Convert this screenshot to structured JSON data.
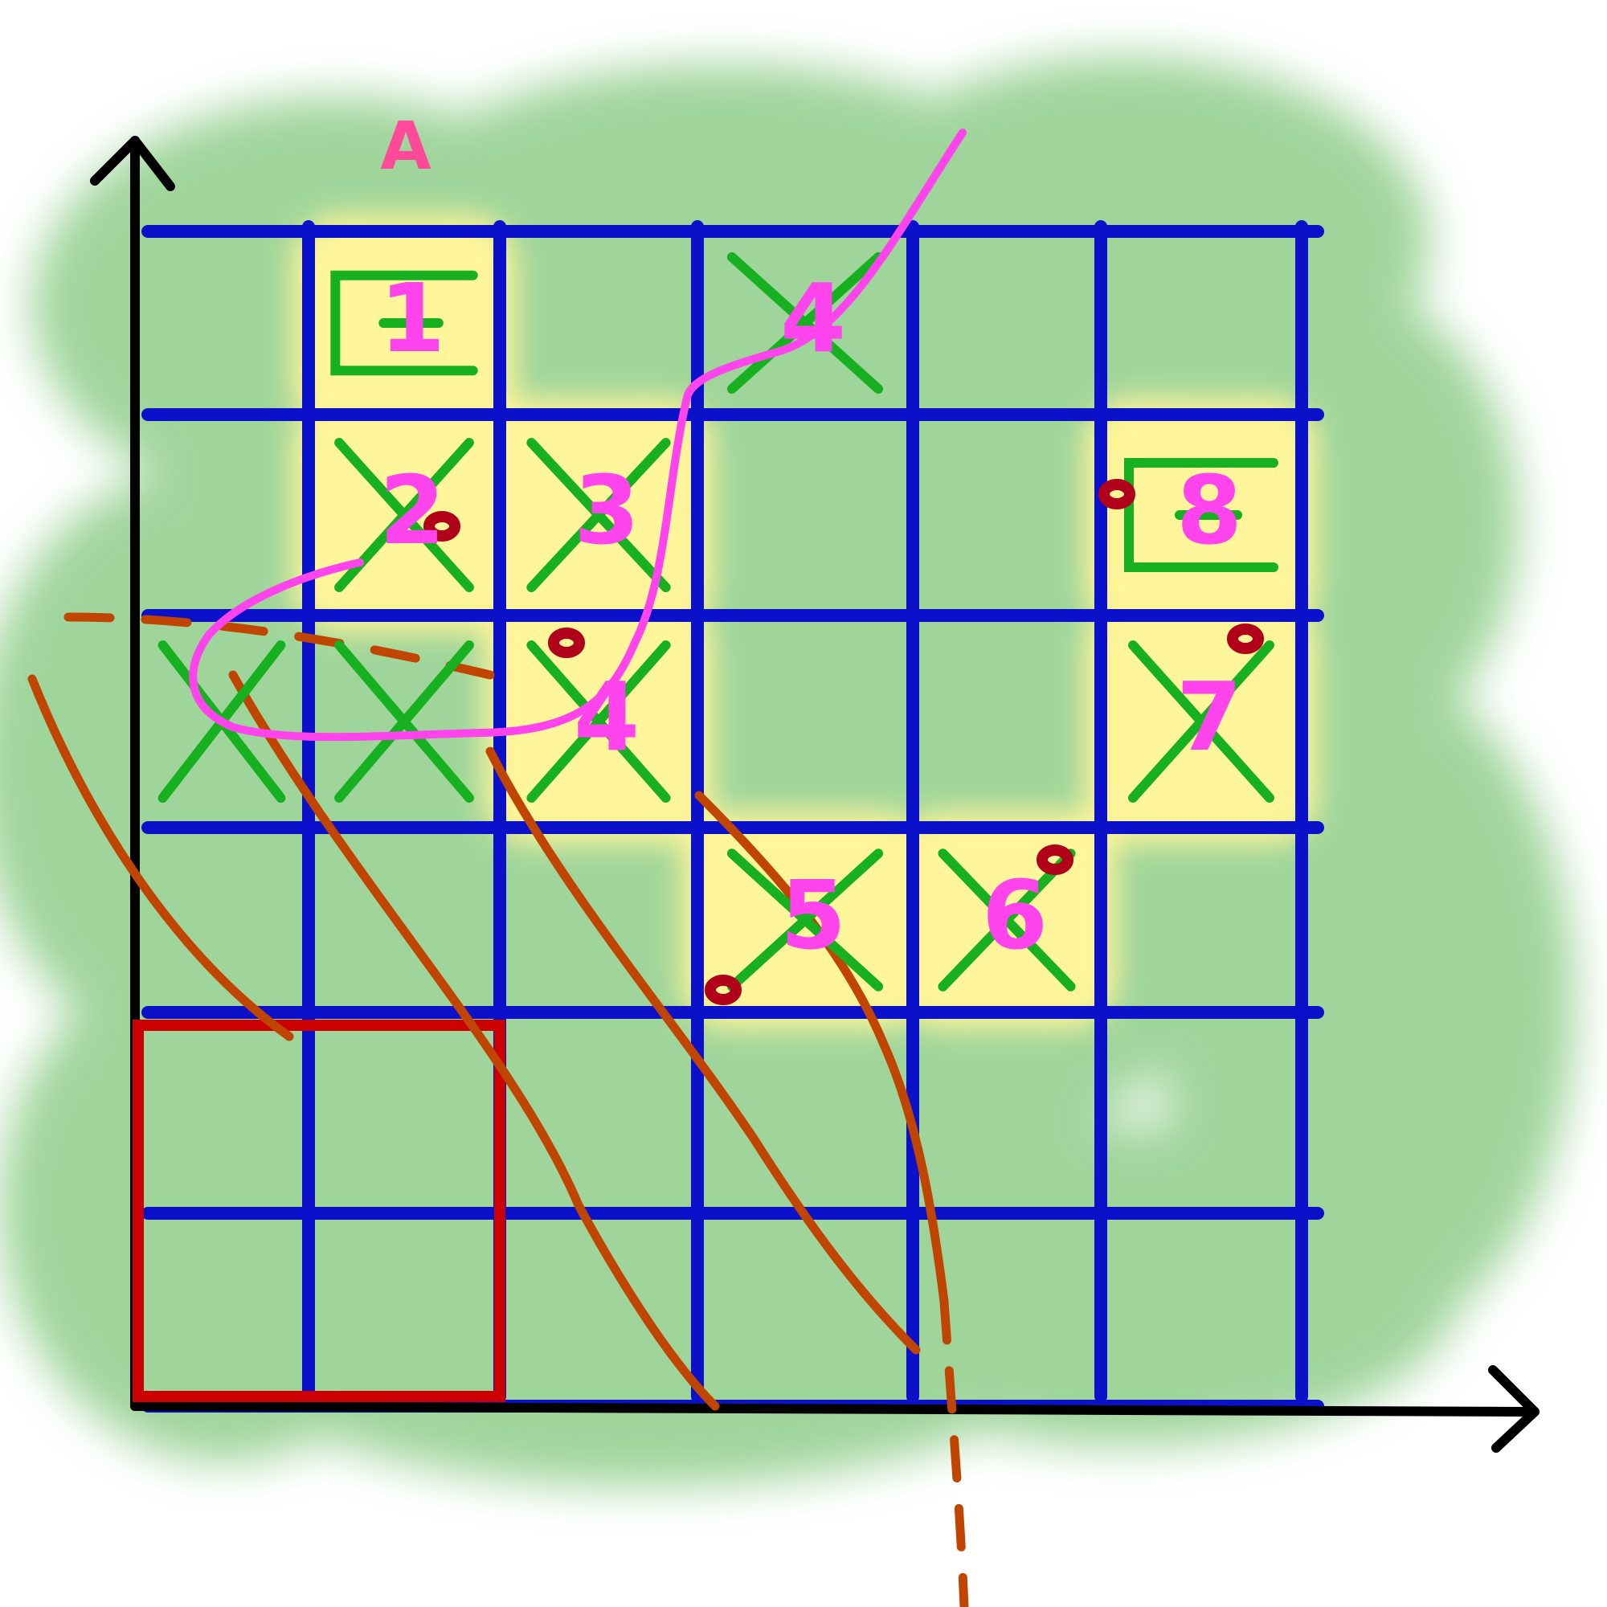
{
  "corner_label": "A",
  "grid": {
    "columns": 6,
    "rows": 6
  },
  "numbers": [
    {
      "text": "1",
      "col": 1,
      "row": 0
    },
    {
      "text": "2",
      "col": 1,
      "row": 1
    },
    {
      "text": "3",
      "col": 2,
      "row": 1
    },
    {
      "text": "4",
      "col": 3,
      "row": 0
    },
    {
      "text": "4",
      "col": 2,
      "row": 2
    },
    {
      "text": "5",
      "col": 3,
      "row": 3
    },
    {
      "text": "6",
      "col": 4,
      "row": 3
    },
    {
      "text": "7",
      "col": 5,
      "row": 2
    },
    {
      "text": "8",
      "col": 5,
      "row": 1
    }
  ],
  "highlighted_cells": [
    [
      1,
      0
    ],
    [
      1,
      1
    ],
    [
      2,
      1
    ],
    [
      2,
      2
    ],
    [
      3,
      3
    ],
    [
      4,
      3
    ],
    [
      5,
      1
    ],
    [
      5,
      2
    ]
  ],
  "crossed_cells": [
    [
      3,
      0
    ],
    [
      1,
      1
    ],
    [
      2,
      1
    ],
    [
      0,
      2
    ],
    [
      1,
      2
    ],
    [
      2,
      2
    ],
    [
      3,
      3
    ],
    [
      4,
      3
    ],
    [
      5,
      2
    ]
  ],
  "boxed_cells": [
    [
      1,
      0
    ],
    [
      5,
      1
    ]
  ],
  "colors": {
    "background_cloud": "#8fce8a",
    "highlight": "#fff59a",
    "grid_line": "#0a11c8",
    "axis": "#000000",
    "red_box": "#cc0000",
    "cross_mark": "#16b020",
    "number": "#ff44ee",
    "dot": "#b0001a",
    "brown_curve": "#c04500"
  }
}
